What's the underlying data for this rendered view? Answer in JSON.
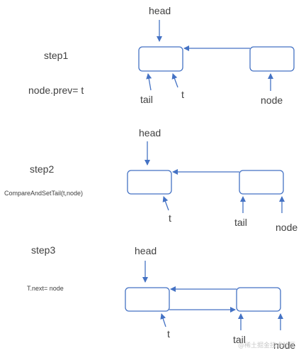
{
  "colors": {
    "line": "#4472c4",
    "text": "#404040",
    "box_fill": "#ffffff"
  },
  "steps": [
    {
      "name": "step1",
      "operation": "node.prev= t",
      "labels": {
        "head": "head",
        "tail": "tail",
        "t": "t",
        "node": "node"
      }
    },
    {
      "name": "step2",
      "operation": "CompareAndSetTail(t,node)",
      "labels": {
        "head": "head",
        "t": "t",
        "tail": "tail",
        "node": "node"
      }
    },
    {
      "name": "step3",
      "operation": "T.next= node",
      "labels": {
        "head": "head",
        "t": "t",
        "tail": "tail",
        "node": "node"
      }
    }
  ],
  "watermark": "@稀土掘金技术社区"
}
